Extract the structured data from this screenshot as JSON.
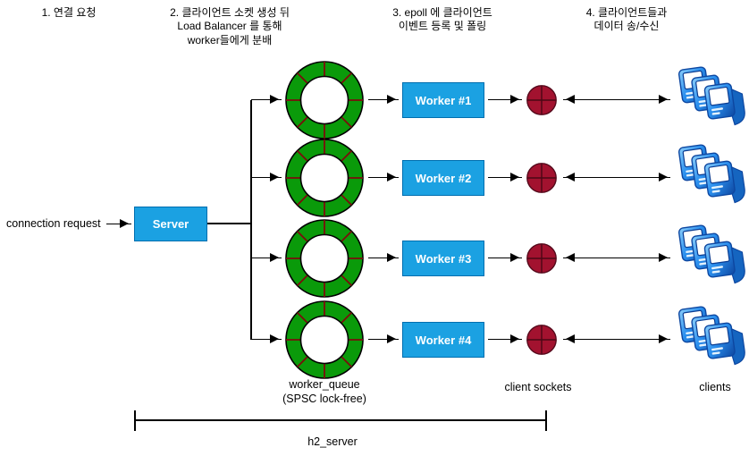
{
  "diagram": {
    "notes": {
      "step1": "1. 연결 요청",
      "step2": "2. 클라이언트 소켓 생성 뒤\nLoad Balancer 를 통해\nworker들에게 분배",
      "step3": "3. epoll 에 클라이언트\n이벤트 등록 및 폴링",
      "step4": "4. 클라이언트들과\n데이터 송/수신"
    },
    "connection_request_label": "connection request",
    "server_label": "Server",
    "rows": [
      {
        "worker_label": "Worker #1"
      },
      {
        "worker_label": "Worker #2"
      },
      {
        "worker_label": "Worker #3"
      },
      {
        "worker_label": "Worker #4"
      }
    ],
    "column_labels": {
      "worker_queue": "worker_queue\n(SPSC lock-free)",
      "client_sockets": "client sockets",
      "clients": "clients"
    },
    "bracket_label": "h2_server",
    "colors": {
      "worker_box_fill": "#1ba1e2",
      "worker_box_stroke": "#006eaf",
      "ring_green": "#0a9a0a",
      "ring_divider": "#7b0c0c",
      "ring_outline": "#000000",
      "socket_red": "#a2122f",
      "socket_stroke": "#550a1c",
      "socket_cross": "#4a0715",
      "arrow_color": "#000000",
      "client_icon_blue": "#1e88e5"
    },
    "icons": {
      "worker_queue": "ring-queue-icon",
      "client_socket": "socket-circle-icon",
      "clients": "computers-stack-icon"
    }
  }
}
